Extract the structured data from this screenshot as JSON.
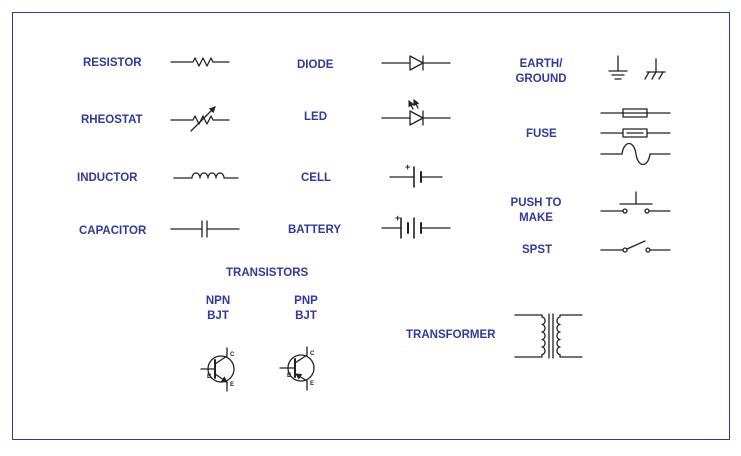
{
  "colors": {
    "label": "#2e3a9f",
    "frame": "#2e3a9f",
    "symbol": "#222222"
  },
  "labels": {
    "resistor": "RESISTOR",
    "rheostat": "RHEOSTAT",
    "inductor": "INDUCTOR",
    "capacitor": "CAPACITOR",
    "diode": "DIODE",
    "led": "LED",
    "cell": "CELL",
    "battery": "BATTERY",
    "earth_line1": "EARTH/",
    "earth_line2": "GROUND",
    "fuse": "FUSE",
    "push_line1": "PUSH TO",
    "push_line2": "MAKE",
    "spst": "SPST",
    "transistors": "TRANSISTORS",
    "npn_line1": "NPN",
    "npn_line2": "BJT",
    "pnp_line1": "PNP",
    "pnp_line2": "BJT",
    "transformer": "TRANSFORMER"
  },
  "terminals": {
    "cell_plus": "+",
    "battery_plus": "+",
    "collector": "C",
    "base": "B",
    "emitter": "E"
  },
  "icons": [
    "resistor-symbol",
    "rheostat-symbol",
    "inductor-symbol",
    "capacitor-symbol",
    "diode-symbol",
    "led-symbol",
    "cell-symbol",
    "battery-symbol",
    "earth-symbol",
    "ground-symbol",
    "fuse-symbols",
    "push-to-make-symbol",
    "spst-symbol",
    "npn-transistor-symbol",
    "pnp-transistor-symbol",
    "transformer-symbol"
  ]
}
